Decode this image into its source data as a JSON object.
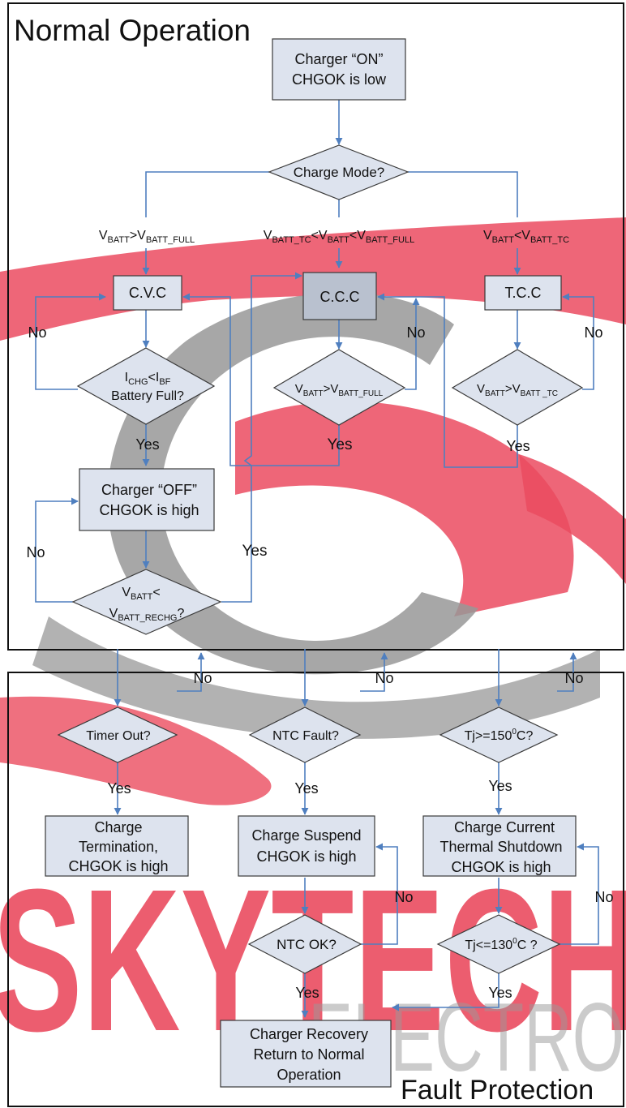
{
  "sections": {
    "normal": "Normal Operation",
    "fault": "Fault Protection"
  },
  "watermark": {
    "brand": "SKYTECH",
    "sub": "ELECTRO"
  },
  "nodes": {
    "charger_on": [
      "Charger “ON”",
      "CHGOK is low"
    ],
    "charge_mode": "Charge Mode?",
    "cvc": "C.V.C",
    "ccc": "C.C.C",
    "tcc": "T.C.C",
    "battery_full_line2": "Battery Full?",
    "charger_off": [
      "Charger “OFF”",
      "CHGOK is high"
    ],
    "timer_out": "Timer Out?",
    "ntc_fault": "NTC Fault?",
    "charge_termination": [
      "Charge",
      "Termination,",
      "CHGOK is high"
    ],
    "charge_suspend": [
      "Charge Suspend",
      "CHGOK is high"
    ],
    "ntc_ok": "NTC OK?",
    "thermal_shutdown": [
      "Charge Current",
      "Thermal Shutdown",
      "CHGOK is high"
    ],
    "recovery": [
      "Charger Recovery",
      "Return to Normal",
      "Operation"
    ]
  },
  "math": {
    "V": "V",
    "I": "I",
    "gt": ">",
    "lt": "<",
    "q": "?",
    "batt": "BATT",
    "batt_full": "BATT_FULL",
    "batt_tc": "BATT_TC",
    "batt_tc_spaced": "BATT _TC",
    "batt_rechg": "BATT_RECHG",
    "chg": "CHG",
    "bf": "BF",
    "tj_hot_pre": "Tj>=150",
    "tj_cool_pre": "Tj<=130",
    "deg_sup": "0",
    "celsius": "C?",
    "celsius_sp": "C ?"
  },
  "labels": {
    "yes": "Yes",
    "no": "No"
  },
  "colors": {
    "box_fill": "#dde3ee",
    "box_fill_dark": "#b9c1cf",
    "box_stroke": "#3a3a3a",
    "arrow": "#4f7fbf",
    "watermark_red": "#e8334a",
    "watermark_gray": "#8a8a8a"
  }
}
